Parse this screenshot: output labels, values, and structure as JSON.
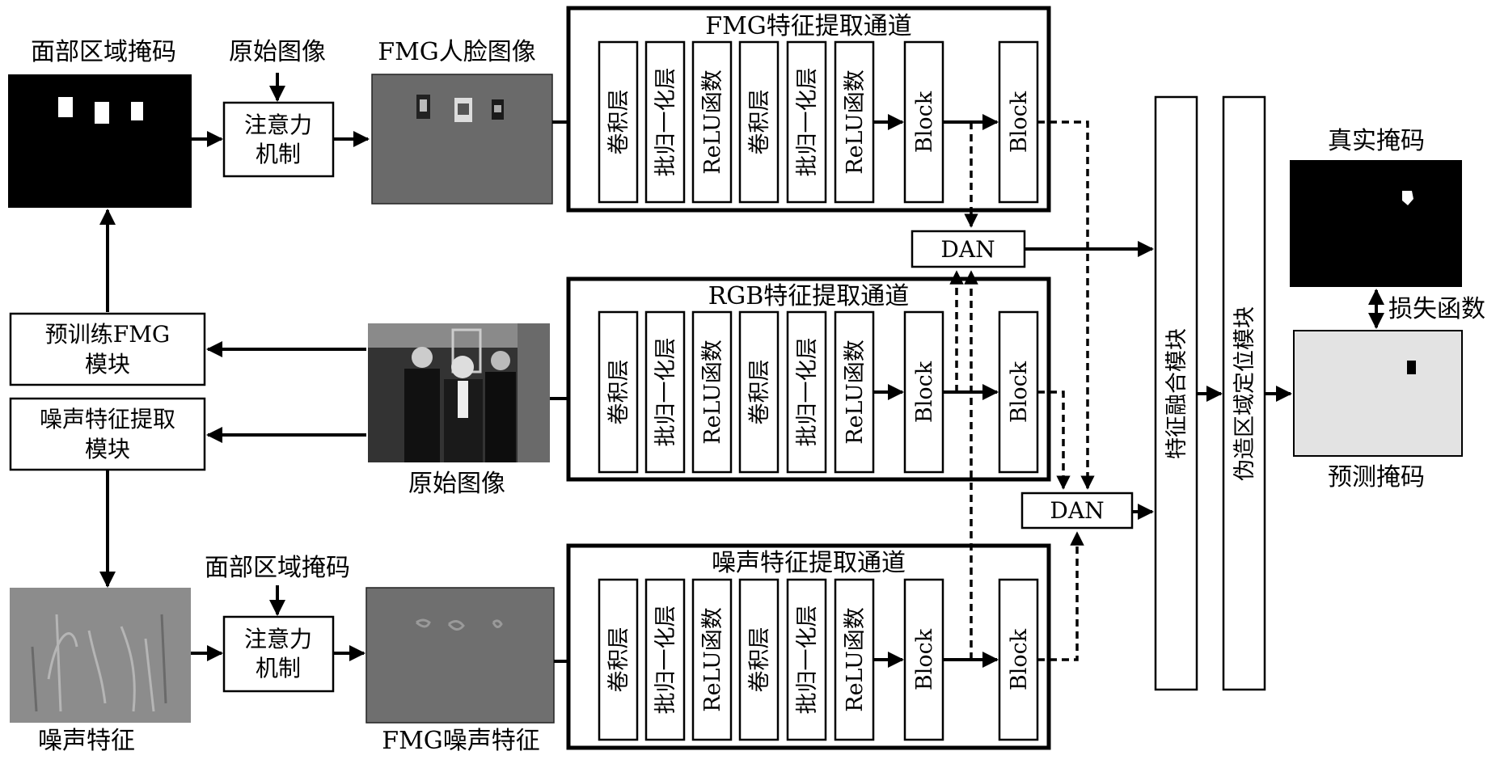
{
  "inputs": {
    "face_mask_title": "面部区域掩码",
    "orig_image_title_top": "原始图像",
    "attention_top": [
      "注意力",
      "机制"
    ],
    "fmg_face_title": "FMG人脸图像",
    "pretrain_fmg": [
      "预训练FMG",
      "模块"
    ],
    "noise_extract": [
      "噪声特征提取",
      "模块"
    ],
    "orig_image_caption": "原始图像",
    "noise_feature_caption": "噪声特征",
    "face_mask_title_bottom": "面部区域掩码",
    "attention_bottom": [
      "注意力",
      "机制"
    ],
    "fmg_noise_caption": "FMG噪声特征"
  },
  "channels": [
    {
      "title": "FMG特征提取通道",
      "layers": [
        "卷积层",
        "批归一化层",
        "ReLU函数",
        "卷积层",
        "批归一化层",
        "ReLU函数",
        "Block",
        "Block"
      ]
    },
    {
      "title": "RGB特征提取通道",
      "layers": [
        "卷积层",
        "批归一化层",
        "ReLU函数",
        "卷积层",
        "批归一化层",
        "ReLU函数",
        "Block",
        "Block"
      ]
    },
    {
      "title": "噪声特征提取通道",
      "layers": [
        "卷积层",
        "批归一化层",
        "ReLU函数",
        "卷积层",
        "批归一化层",
        "ReLU函数",
        "Block",
        "Block"
      ]
    }
  ],
  "dan_top": "DAN",
  "dan_bottom": "DAN",
  "fusion_module": "特征融合模块",
  "localization_module": "伪造区域定位模块",
  "gt_mask_title": "真实掩码",
  "loss_label": "损失函数",
  "pred_mask_caption": "预测掩码"
}
